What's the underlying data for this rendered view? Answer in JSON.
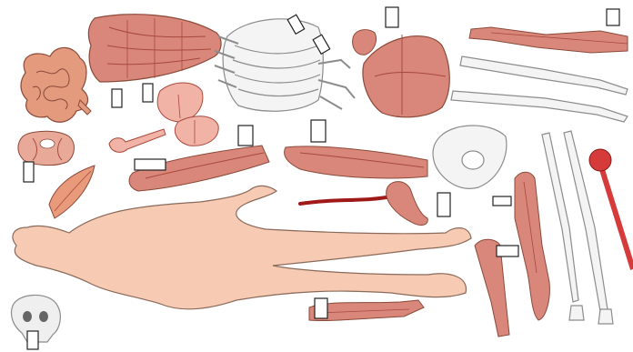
{
  "palette": {
    "muscle": "#d9877a",
    "muscle_dark": "#a8483c",
    "muscle_light": "#f0b3a6",
    "skin": "#f7cbb3",
    "skin_stroke": "#8a6a5a",
    "bone": "#f4f4f4",
    "bone_stroke": "#8c8c8c",
    "intestine": "#e39a7d",
    "artery": "#a01919",
    "club_red": "#d63b3b"
  },
  "pieces": [
    {
      "name": "large-intestine",
      "label": ""
    },
    {
      "name": "small-intestine",
      "label": ""
    },
    {
      "name": "back-muscles",
      "label": ""
    },
    {
      "name": "rib-cage",
      "label": ""
    },
    {
      "name": "pectoral-muscles",
      "label": ""
    },
    {
      "name": "kidney",
      "label": ""
    },
    {
      "name": "arm-muscle-upper-right",
      "label": ""
    },
    {
      "name": "arm-bones-right",
      "label": ""
    },
    {
      "name": "lungs",
      "label": ""
    },
    {
      "name": "heart-trachea",
      "label": ""
    },
    {
      "name": "face-muscles",
      "label": ""
    },
    {
      "name": "thigh-muscle-left",
      "label": ""
    },
    {
      "name": "thigh-muscle-right",
      "label": ""
    },
    {
      "name": "pelvis",
      "label": ""
    },
    {
      "name": "leg-muscle",
      "label": ""
    },
    {
      "name": "leg-bones",
      "label": ""
    },
    {
      "name": "liver",
      "label": ""
    },
    {
      "name": "artery",
      "label": ""
    },
    {
      "name": "stomach",
      "label": ""
    },
    {
      "name": "body-outline",
      "label": ""
    },
    {
      "name": "skull",
      "label": ""
    },
    {
      "name": "forearm-muscle",
      "label": ""
    },
    {
      "name": "lower-leg-muscle",
      "label": ""
    },
    {
      "name": "red-club",
      "label": ""
    }
  ]
}
